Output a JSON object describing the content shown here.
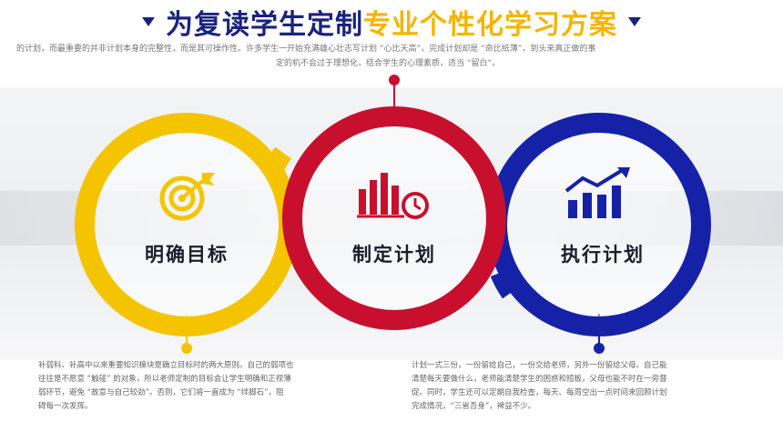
{
  "title": {
    "part1": "为复读学生定制",
    "part2": "专业个性化学习方案"
  },
  "intro": {
    "line1": "的计划，而最重要的并非计划本身的完整性，而是其可操作性。许多学生一开始充满雄心壮志写计划 “心比天高”，完成计划却是 “命比纸薄”，到头来真正做的事",
    "line2": "定的机不会过于理想化，结合学生的心理素质，适当 “留白”。"
  },
  "circles": [
    {
      "label": "明确目标",
      "icon": "target-icon",
      "color": "#f5c400"
    },
    {
      "label": "制定计划",
      "icon": "bar-chart-clock-icon",
      "color": "#c8102e"
    },
    {
      "label": "执行计划",
      "icon": "growth-chart-icon",
      "color": "#1522a8"
    }
  ],
  "desc_left": {
    "line1": "补弱科、补高中以来重要知识模块是确立目标时的两大原则。自己的弱项也",
    "line2": "往往是不愿意 “触碰” 的对象，所以老师定制的目标会让学生明确和正视薄",
    "line3": "弱环节，避免 “故意与自己较劲”。否则，它们将一直成为 “绊脚石”，阻",
    "line4": "碍每一次发挥。"
  },
  "desc_right": {
    "line1": "计划一式三份，一份留给自己，一份交给老师，另外一份留给父母。自己能",
    "line2": "清楚每天要做什么，老师能清楚学生的困惑和短板，父母也能不时在一旁督",
    "line3": "促。同时，学生还可以定期自我检查，每天、每周空出一点时间来回顾计划",
    "line4": "完成情况，“三省吾身”，裨益不少。"
  }
}
